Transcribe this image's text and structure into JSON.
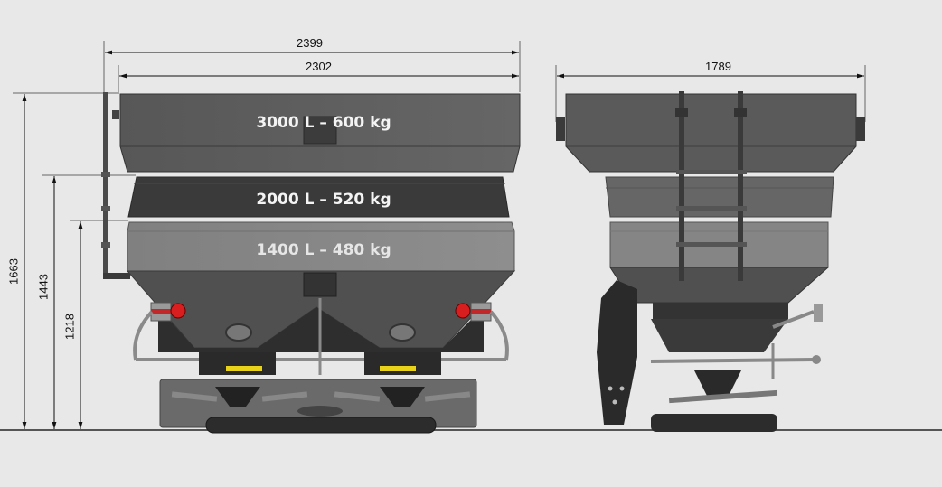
{
  "dimensions": {
    "overall_width": "2399",
    "hopper_width": "2302",
    "side_width": "1789",
    "height_3000": "1663",
    "height_2000": "1443",
    "height_1400": "1218"
  },
  "hoppers": [
    {
      "label": "3000 L – 600 kg",
      "volume": "3000 L",
      "weight": "600 kg",
      "color": "#5c5c5c"
    },
    {
      "label": "2000 L – 520 kg",
      "volume": "2000 L",
      "weight": "520 kg",
      "color": "#3a3a3a"
    },
    {
      "label": "1400 L – 480 kg",
      "volume": "1400 L",
      "weight": "480 kg",
      "color": "#8a8a8a"
    }
  ],
  "colors": {
    "background": "#e8e8e8",
    "light_red": "#d81e1e",
    "warning_yellow": "#e8d21a",
    "ground_line": "#555555"
  }
}
